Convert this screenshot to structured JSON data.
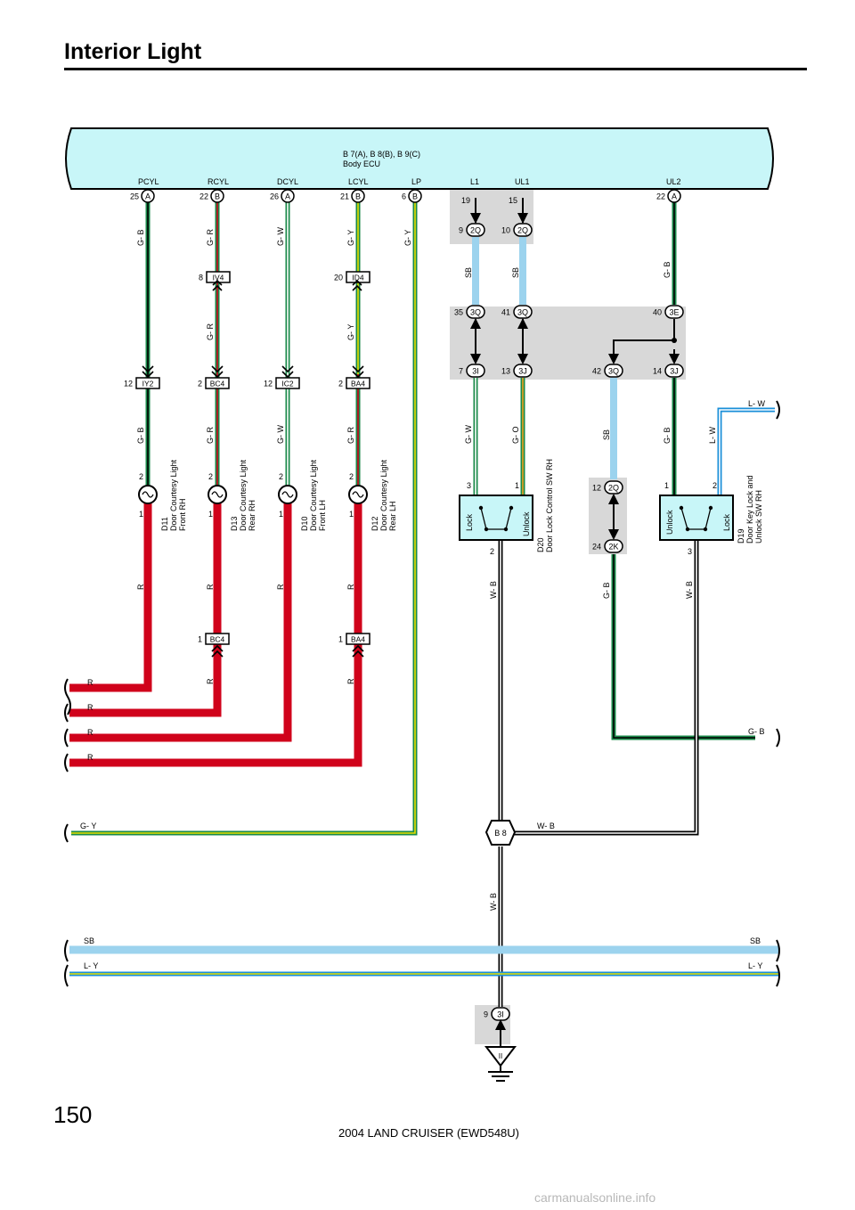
{
  "title": "Interior Light",
  "page_number": "150",
  "footer_model": "2004 LAND CRUISER (EWD548U)",
  "watermark": "carmanualsonline.info",
  "colors": {
    "G": "#1a8a4a",
    "B": "#000000",
    "R": "#d0021b",
    "W": "#ffffff",
    "Y": "#e8e000",
    "SB": "#9cd3ee",
    "L": "#1a8fd8",
    "O": "#f0a020",
    "ecu_fill": "#c8f6f8",
    "junction_fill": "#d8d8d8"
  },
  "ecu": {
    "name": "B 7(A), B 8(B), B 9(C)",
    "label": "Body ECU",
    "terminals": [
      {
        "name": "PCYL",
        "pin": "25",
        "conn": "A"
      },
      {
        "name": "RCYL",
        "pin": "22",
        "conn": "B"
      },
      {
        "name": "DCYL",
        "pin": "26",
        "conn": "A"
      },
      {
        "name": "LCYL",
        "pin": "21",
        "conn": "B"
      },
      {
        "name": "LP",
        "pin": "6",
        "conn": "B"
      },
      {
        "name": "L1",
        "pin": "19"
      },
      {
        "name": "UL1",
        "pin": "15"
      },
      {
        "name": "UL2",
        "pin": "22",
        "conn": "A"
      }
    ]
  },
  "connectors": [
    {
      "pin": "9",
      "id": "2Q"
    },
    {
      "pin": "10",
      "id": "2Q"
    },
    {
      "pin": "8",
      "id": "IV4"
    },
    {
      "pin": "20",
      "id": "ID4"
    },
    {
      "pin": "35",
      "id": "3Q"
    },
    {
      "pin": "41",
      "id": "3Q"
    },
    {
      "pin": "40",
      "id": "3E"
    },
    {
      "pin": "12",
      "id": "IY2"
    },
    {
      "pin": "2",
      "id": "BC4"
    },
    {
      "pin": "12",
      "id": "IC2"
    },
    {
      "pin": "2",
      "id": "BA4"
    },
    {
      "pin": "7",
      "id": "3I"
    },
    {
      "pin": "13",
      "id": "3J"
    },
    {
      "pin": "42",
      "id": "3Q"
    },
    {
      "pin": "14",
      "id": "3J"
    },
    {
      "pin": "12",
      "id": "2Q"
    },
    {
      "pin": "24",
      "id": "2K"
    },
    {
      "pin": "1",
      "id": "BC4"
    },
    {
      "pin": "1",
      "id": "BA4"
    },
    {
      "pin": "9",
      "id": "3I"
    }
  ],
  "wire_labels": [
    "G- B",
    "G- R",
    "G- W",
    "G- Y",
    "SB",
    "G- O",
    "L- W",
    "R",
    "W- B",
    "L- Y"
  ],
  "lights": [
    {
      "code": "D11",
      "line1": "Door Courtesy Light",
      "line2": "Front RH"
    },
    {
      "code": "D13",
      "line1": "Door Courtesy Light",
      "line2": "Rear RH"
    },
    {
      "code": "D10",
      "line1": "Door Courtesy Light",
      "line2": "Front LH"
    },
    {
      "code": "D12",
      "line1": "Door Courtesy Light",
      "line2": "Rear LH"
    }
  ],
  "pins": {
    "p1": "1",
    "p2": "2",
    "p3": "3"
  },
  "switches": [
    {
      "code": "D20",
      "line1": "Door Lock Control SW RH",
      "left": "Lock",
      "right": "Unlock"
    },
    {
      "code": "D19",
      "line1": "Door Key Lock and",
      "line2": "Unlock SW RH",
      "left": "Unlock",
      "right": "Lock"
    }
  ],
  "splice": "B 8",
  "ground": "II"
}
